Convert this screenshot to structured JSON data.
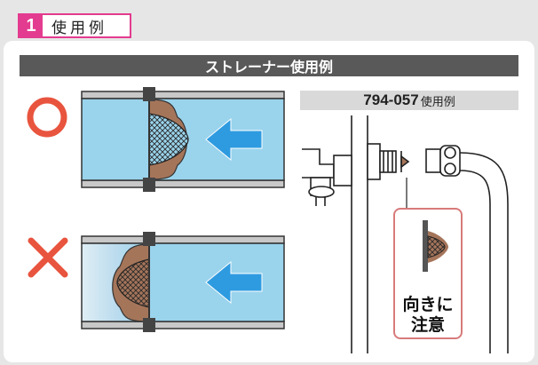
{
  "step": {
    "number": "1",
    "title": "使用例"
  },
  "header": {
    "title": "ストレーナー使用例"
  },
  "example": {
    "model": "794-057",
    "usage": "使用例"
  },
  "notice": {
    "line1": "向きに",
    "line2": "注意"
  },
  "marks": {
    "correct": "circle-mark-icon",
    "wrong": "cross-mark-icon"
  },
  "colors": {
    "pink": "#e33b8f",
    "mark_red": "#e8543e",
    "water_blue": "#9ad3ec",
    "arrow_blue": "#2e9be0",
    "strainer_brown": "#a5755a",
    "header_gray": "#595959"
  }
}
